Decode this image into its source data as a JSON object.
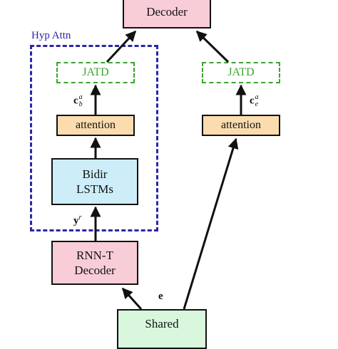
{
  "decoder_top": {
    "line1": "Decoder"
  },
  "hyp_attn_label": "Hyp Attn",
  "jatd_left": "JATD",
  "jatd_right": "JATD",
  "attention_left": "attention",
  "attention_right": "attention",
  "bidir": {
    "line1": "Bidir",
    "line2": "LSTMs"
  },
  "rnnt": {
    "line1": "RNN-T",
    "line2": "Decoder"
  },
  "shared": {
    "line1": "Shared"
  },
  "vars": {
    "cb_base": "c",
    "cb_sup": "a",
    "cb_sub": "b",
    "ce_base": "c",
    "ce_sup": "a",
    "ce_sub": "e",
    "yr_base": "y",
    "yr_sup": "r",
    "e": "e"
  },
  "colors": {
    "decoder_fill": "#f8cdd7",
    "attention_fill": "#fbdcae",
    "lstm_fill": "#cdeef8",
    "shared_fill": "#d9f7dc",
    "jatd_dashed": "#3aa52e",
    "hyp_region": "#2b26a8"
  }
}
